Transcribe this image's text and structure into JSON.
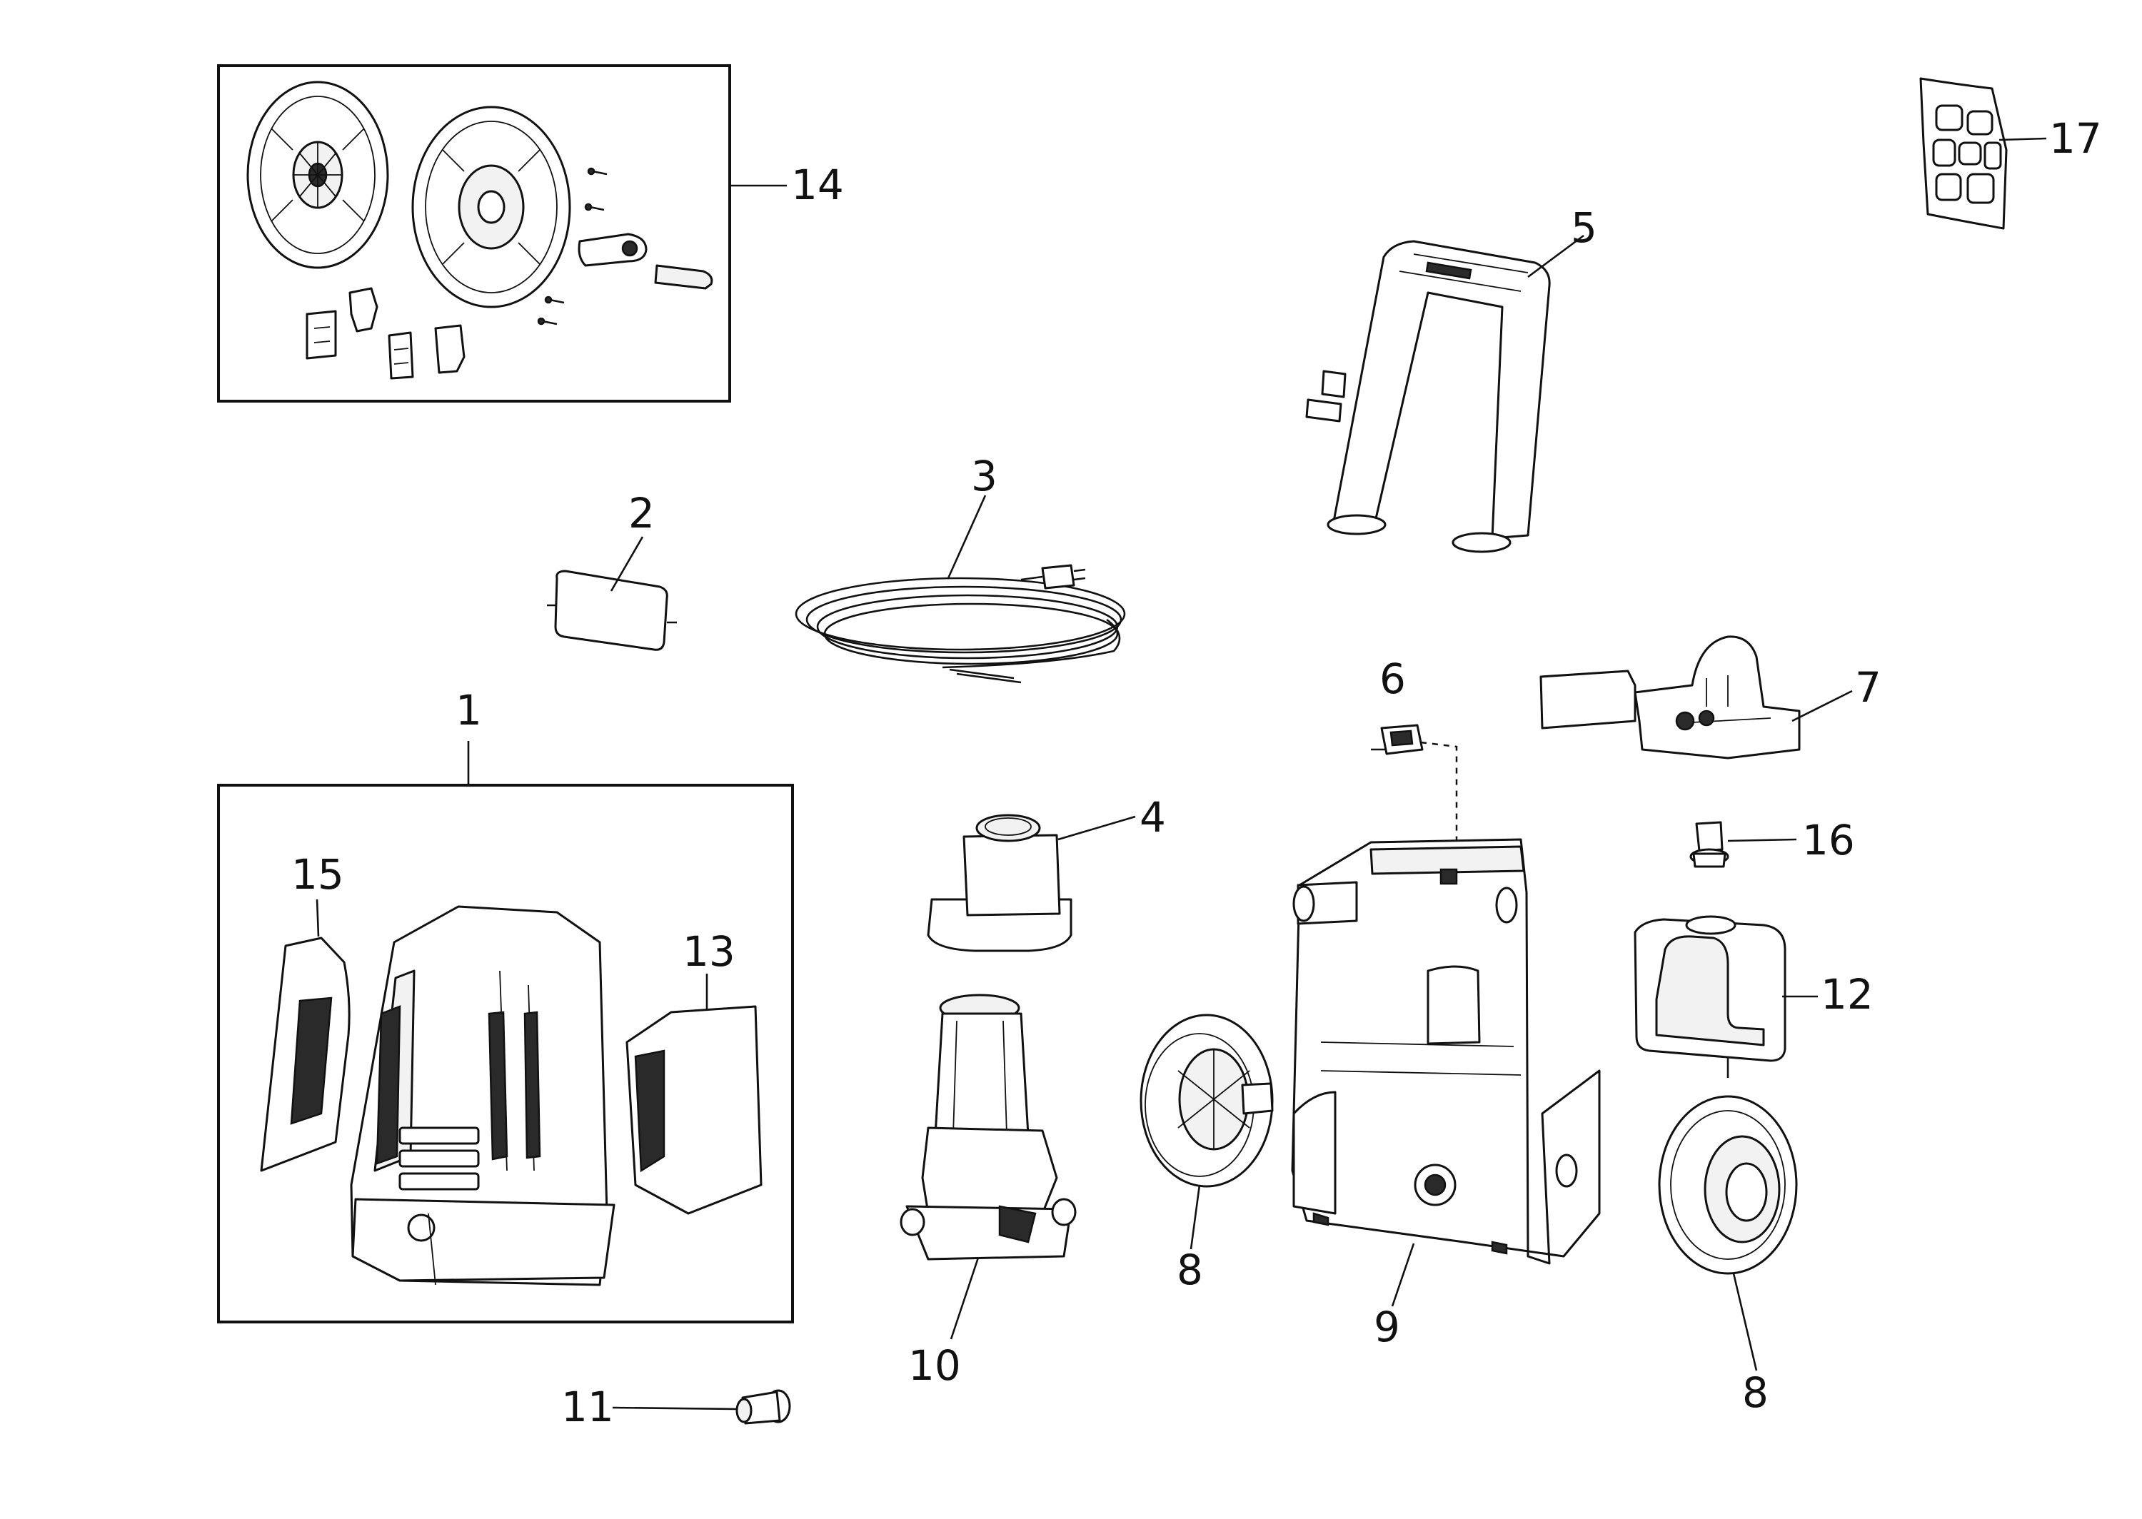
{
  "diagram": {
    "parts": [
      {
        "id": "1",
        "label": "1"
      },
      {
        "id": "2",
        "label": "2"
      },
      {
        "id": "3",
        "label": "3"
      },
      {
        "id": "4",
        "label": "4"
      },
      {
        "id": "5",
        "label": "5"
      },
      {
        "id": "6",
        "label": "6"
      },
      {
        "id": "7",
        "label": "7"
      },
      {
        "id": "8a",
        "label": "8"
      },
      {
        "id": "8b",
        "label": "8"
      },
      {
        "id": "9",
        "label": "9"
      },
      {
        "id": "10",
        "label": "10"
      },
      {
        "id": "11",
        "label": "11"
      },
      {
        "id": "12",
        "label": "12"
      },
      {
        "id": "13",
        "label": "13"
      },
      {
        "id": "14",
        "label": "14"
      },
      {
        "id": "15",
        "label": "15"
      },
      {
        "id": "16",
        "label": "16"
      },
      {
        "id": "17",
        "label": "17"
      }
    ]
  }
}
